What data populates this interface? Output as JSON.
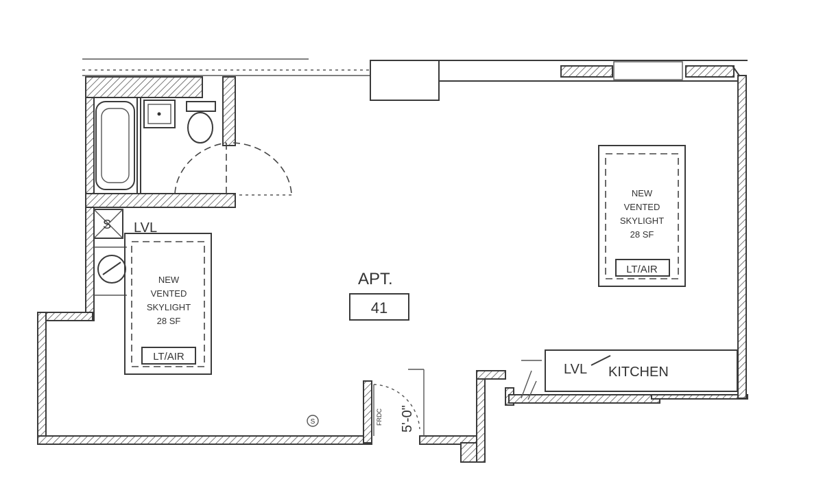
{
  "apartment": {
    "label": "APT.",
    "number": "41"
  },
  "skylight_left": {
    "line1": "NEW",
    "line2": "VENTED",
    "line3": "SKYLIGHT",
    "area": "28  SF",
    "tag": "LT/AIR"
  },
  "skylight_right": {
    "line1": "NEW",
    "line2": "VENTED",
    "line3": "SKYLIGHT",
    "area": "28  SF",
    "tag": "LT/AIR"
  },
  "labels": {
    "lvl_left": "LVL",
    "lvl_kitchen": "LVL",
    "kitchen": "KITCHEN",
    "dimension": "5'-0\"",
    "frdc": "FRDC",
    "smoke": "S",
    "small_s": "S"
  }
}
